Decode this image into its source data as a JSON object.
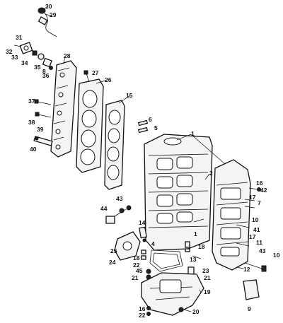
{
  "callouts": {
    "c1": "1",
    "c2": "2",
    "c4": "4",
    "c5": "5",
    "c6": "6",
    "c7": "7",
    "c8": "8",
    "c9": "9",
    "c10": "10",
    "c11": "11",
    "c12": "12",
    "c13": "13",
    "c14": "14",
    "c15": "15",
    "c16a": "16",
    "c16b": "16",
    "c17a": "17",
    "c17b": "17",
    "c18a": "18",
    "c18b": "18",
    "c19": "19",
    "c20": "20",
    "c21a": "21",
    "c21b": "21",
    "c22a": "22",
    "c22b": "22",
    "c23": "23",
    "c24": "24",
    "c25": "25",
    "c26": "26",
    "c27": "27",
    "c28": "28",
    "c29": "29",
    "c30": "30",
    "c31": "31",
    "c32": "32",
    "c33": "33",
    "c34": "34",
    "c35": "35",
    "c36": "36",
    "c37": "37",
    "c38": "38",
    "c39": "39",
    "c40": "40",
    "c41": "41",
    "c42": "42",
    "c43a": "43",
    "c43b": "43",
    "c44": "44",
    "c45": "45"
  }
}
